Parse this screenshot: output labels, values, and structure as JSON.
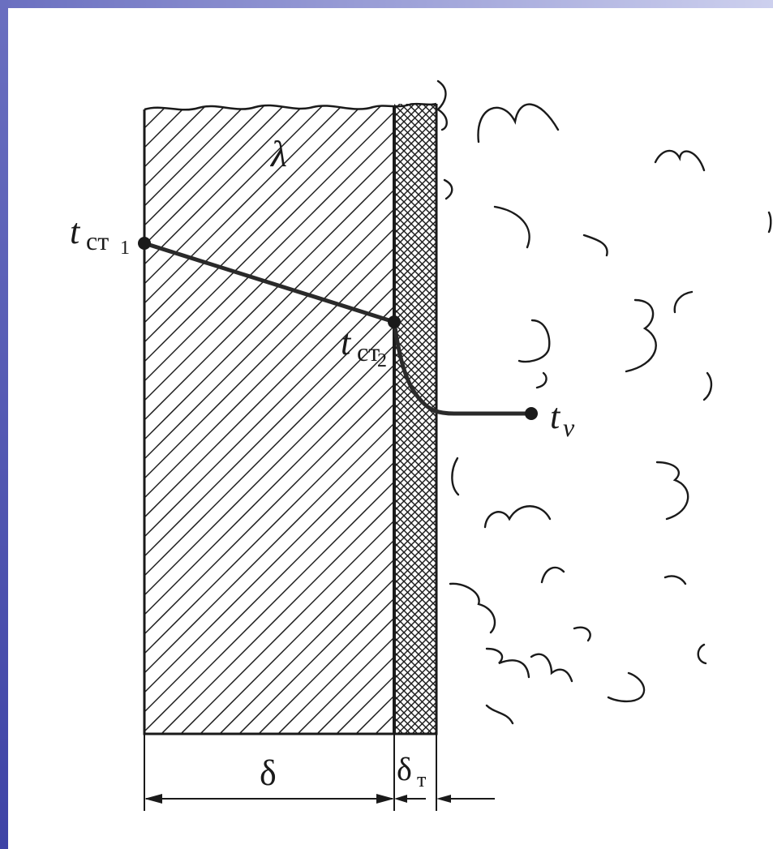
{
  "colors": {
    "ink": "#1a1a1a",
    "background": "#ffffff",
    "frame_top": "#cdd0ee",
    "frame_left": "#6a6fc0",
    "frame_left_end": "#3e43a6"
  },
  "labels": {
    "lambda": "λ",
    "t_main_1": "t",
    "t_sub_1": "ст",
    "t_idx_1": "1",
    "t_main_2": "t",
    "t_sub_2": "ст",
    "t_idx_2": "2",
    "tv_main": "t",
    "tv_sub": "v",
    "delta": "δ",
    "delta_t_main": "δ",
    "delta_t_sub": "т"
  }
}
